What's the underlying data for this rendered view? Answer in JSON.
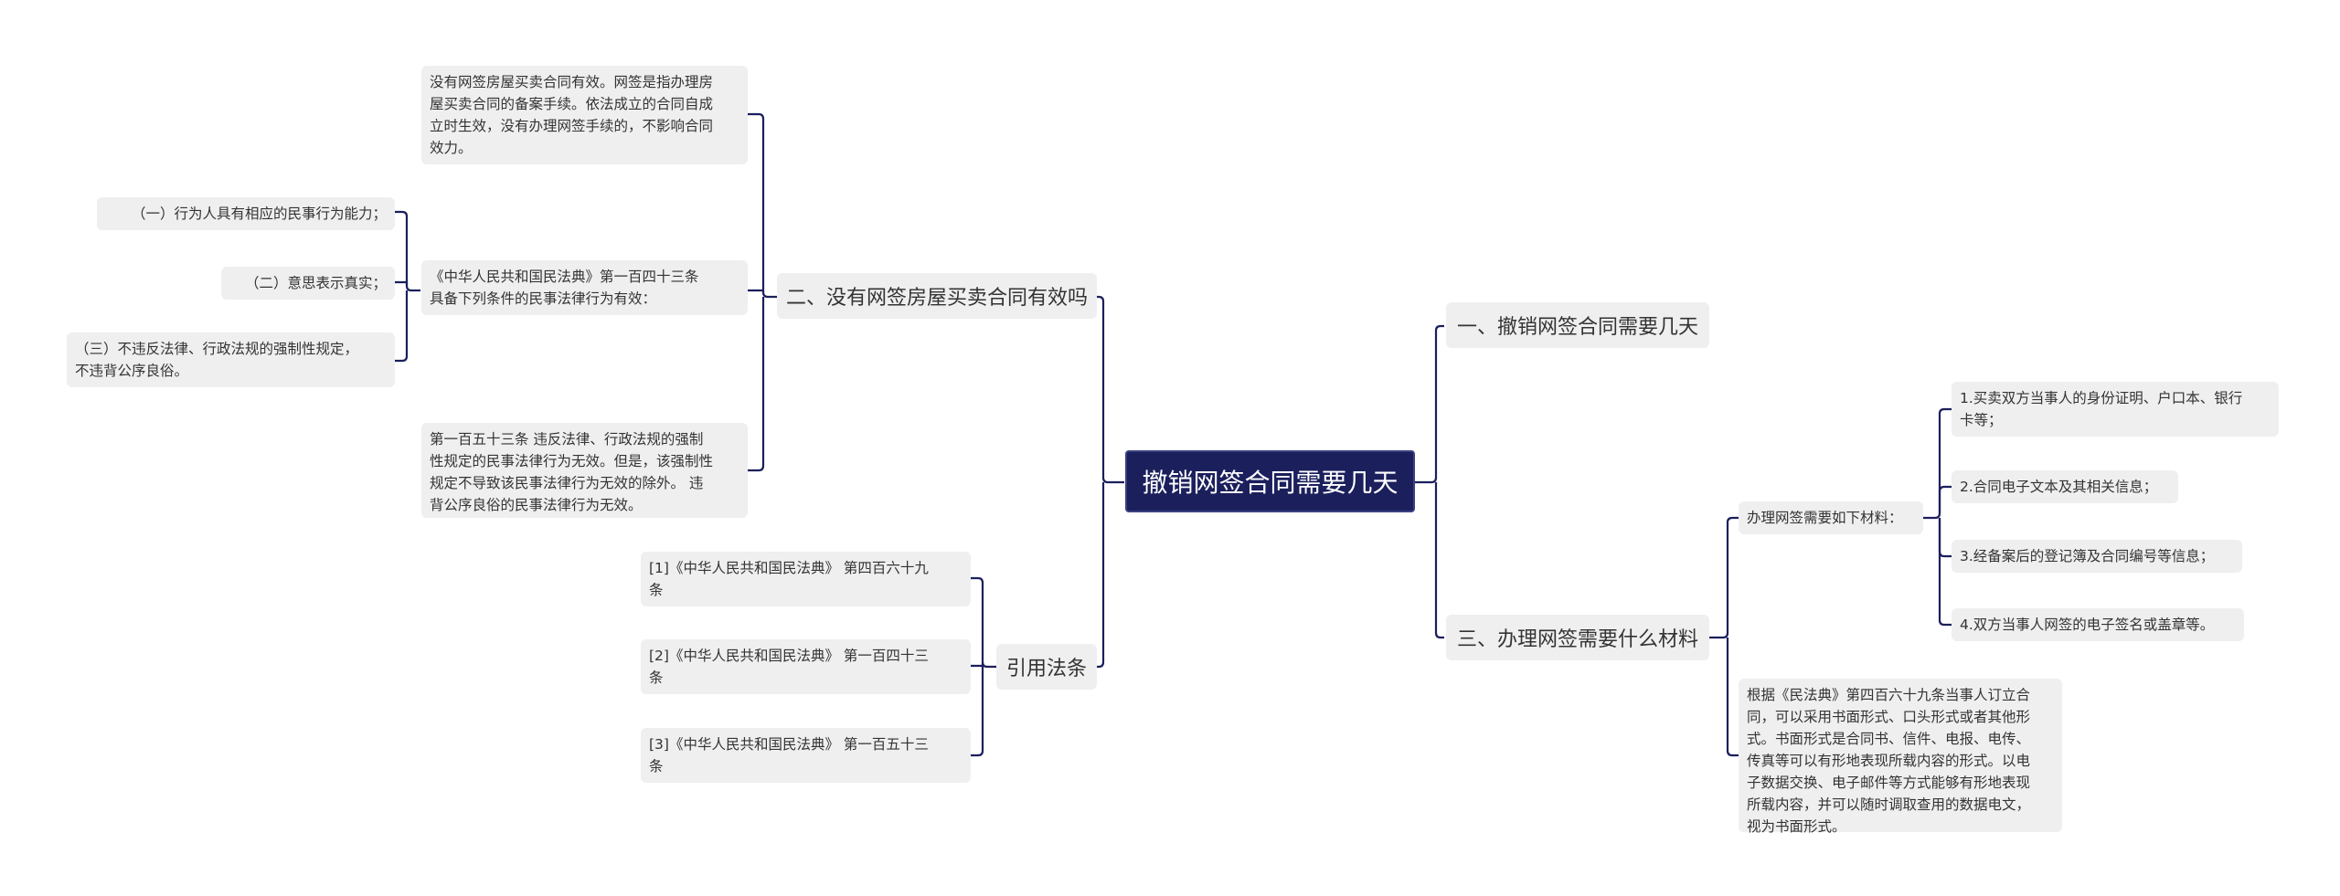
{
  "root": {
    "label": "撤销网签合同需要几天"
  },
  "branches": {
    "b1": {
      "label": "一、撤销网签合同需要几天"
    },
    "b2": {
      "label": "二、没有网签房屋买卖合同有效吗"
    },
    "b3": {
      "label": "三、办理网签需要什么材料"
    },
    "b4": {
      "label": "引用法条"
    }
  },
  "b2_children": {
    "c1": "没有网签房屋买卖合同有效。网签是指办理房\n屋买卖合同的备案手续。依法成立的合同自成\n立时生效，没有办理网签手续的，不影响合同\n效力。",
    "c2": "《中华人民共和国民法典》第一百四十三条\n具备下列条件的民事法律行为有效：",
    "c3": "第一百五十三条 违反法律、行政法规的强制\n性规定的民事法律行为无效。但是，该强制性\n规定不导致该民事法律行为无效的除外。 违\n背公序良俗的民事法律行为无效。"
  },
  "c2_children": {
    "d1": "（一）行为人具有相应的民事行为能力；",
    "d2": "（二）意思表示真实；",
    "d3": "（三）不违反法律、行政法规的强制性规定，\n不违背公序良俗。"
  },
  "b4_children": {
    "r1": "[1]《中华人民共和国民法典》 第四百六十九\n条",
    "r2": "[2]《中华人民共和国民法典》 第一百四十三\n条",
    "r3": "[3]《中华人民共和国民法典》 第一百五十三\n条"
  },
  "b3_children": {
    "m1": "办理网签需要如下材料：",
    "m2": "根据《民法典》第四百六十九条当事人订立合\n同，可以采用书面形式、口头形式或者其他形\n式。书面形式是合同书、信件、电报、电传、\n传真等可以有形地表现所载内容的形式。以电\n子数据交换、电子邮件等方式能够有形地表现\n所载内容，并可以随时调取查用的数据电文，\n视为书面形式。"
  },
  "m1_children": {
    "n1": "1.买卖双方当事人的身份证明、户口本、银行\n卡等；",
    "n2": "2.合同电子文本及其相关信息；",
    "n3": "3.经备案后的登记簿及合同编号等信息；",
    "n4": "4.双方当事人网签的电子签名或盖章等。"
  },
  "colors": {
    "root_bg": "#1b1f5c",
    "node_bg": "#efefef",
    "edge": "#1b1f5c"
  }
}
